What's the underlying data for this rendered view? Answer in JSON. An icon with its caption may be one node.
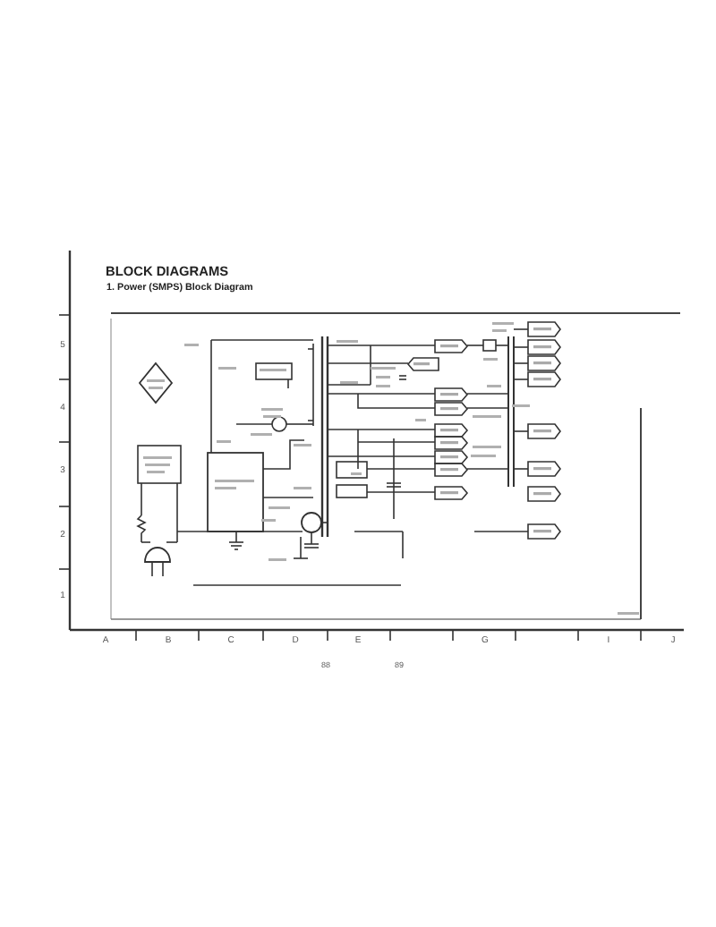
{
  "diagram": {
    "title": "BLOCK DIAGRAMS",
    "labels": [
      "1. Power (SMPS) Block Diagram",
      "5",
      "4",
      "3",
      "2",
      "1",
      "A",
      "B",
      "C",
      "D",
      "E",
      "G",
      "I",
      "J",
      "88",
      "89"
    ]
  }
}
